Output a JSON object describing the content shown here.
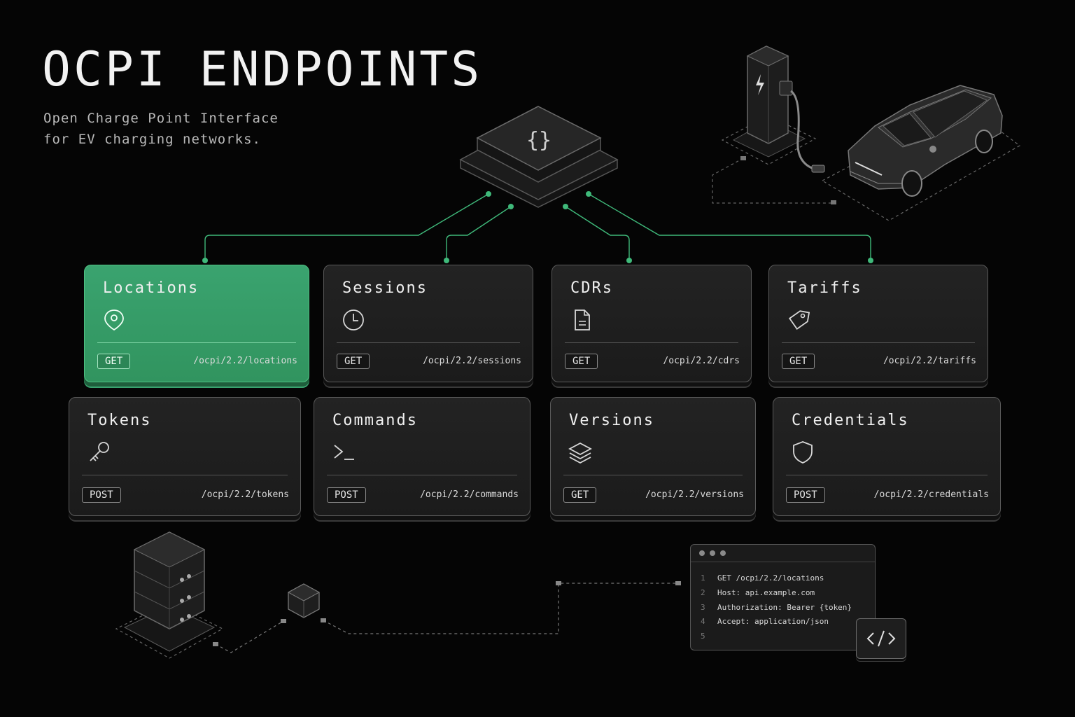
{
  "header": {
    "title": "OCPI ENDPOINTS",
    "subtitle_line1": "Open Charge Point Interface",
    "subtitle_line2": "for EV charging networks."
  },
  "hub": {
    "icon": "curly-braces-icon"
  },
  "colors": {
    "accent": "#3aa36f",
    "connector": "#3fb97a",
    "card": "#1e1e1e",
    "background": "#050505"
  },
  "endpoints": [
    {
      "name": "Locations",
      "method": "GET",
      "path": "/ocpi/2.2/locations",
      "icon": "map-pin-icon",
      "active": true
    },
    {
      "name": "Sessions",
      "method": "GET",
      "path": "/ocpi/2.2/sessions",
      "icon": "clock-icon",
      "active": false
    },
    {
      "name": "CDRs",
      "method": "GET",
      "path": "/ocpi/2.2/cdrs",
      "icon": "document-icon",
      "active": false
    },
    {
      "name": "Tariffs",
      "method": "GET",
      "path": "/ocpi/2.2/tariffs",
      "icon": "tag-icon",
      "active": false
    },
    {
      "name": "Tokens",
      "method": "POST",
      "path": "/ocpi/2.2/tokens",
      "icon": "key-icon",
      "active": false
    },
    {
      "name": "Commands",
      "method": "POST",
      "path": "/ocpi/2.2/commands",
      "icon": "terminal-icon",
      "active": false
    },
    {
      "name": "Versions",
      "method": "GET",
      "path": "/ocpi/2.2/versions",
      "icon": "layers-icon",
      "active": false
    },
    {
      "name": "Credentials",
      "method": "POST",
      "path": "/ocpi/2.2/credentials",
      "icon": "shield-icon",
      "active": false
    }
  ],
  "code_sample": {
    "lines": [
      {
        "num": "1",
        "text": "GET  /ocpi/2.2/locations"
      },
      {
        "num": "2",
        "text": "Host: api.example.com"
      },
      {
        "num": "3",
        "text": "Authorization: Bearer {token}"
      },
      {
        "num": "4",
        "text": "Accept: application/json"
      },
      {
        "num": "5",
        "text": ""
      }
    ],
    "badge_icon": "code-brackets-icon"
  },
  "illustrations": {
    "charger": "ev-charger-icon",
    "car": "electric-car-icon",
    "server": "server-stack-icon",
    "node": "cube-node-icon"
  }
}
